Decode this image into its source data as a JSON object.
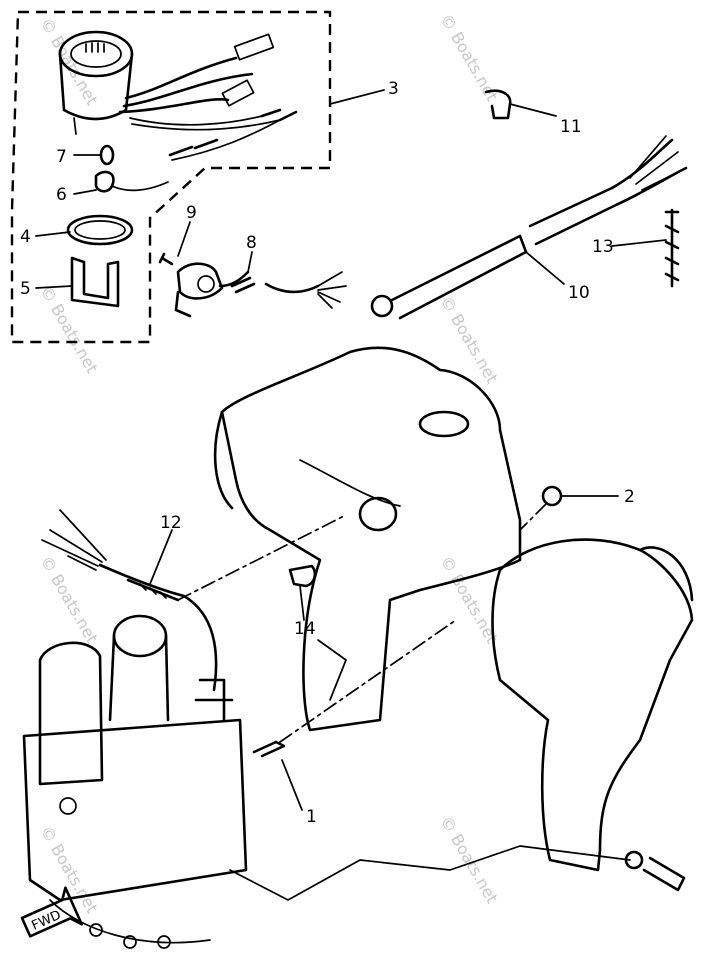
{
  "diagram": {
    "callouts": [
      {
        "id": "c1",
        "label": "1"
      },
      {
        "id": "c2",
        "label": "2"
      },
      {
        "id": "c3",
        "label": "3"
      },
      {
        "id": "c4",
        "label": "4"
      },
      {
        "id": "c5",
        "label": "5"
      },
      {
        "id": "c6",
        "label": "6"
      },
      {
        "id": "c7",
        "label": "7"
      },
      {
        "id": "c8",
        "label": "8"
      },
      {
        "id": "c9",
        "label": "9"
      },
      {
        "id": "c10",
        "label": "10"
      },
      {
        "id": "c11",
        "label": "11"
      },
      {
        "id": "c12",
        "label": "12"
      },
      {
        "id": "c13",
        "label": "13"
      },
      {
        "id": "c14",
        "label": "14"
      }
    ],
    "fwd_label": "FWD",
    "watermark": "© Boats.net"
  }
}
